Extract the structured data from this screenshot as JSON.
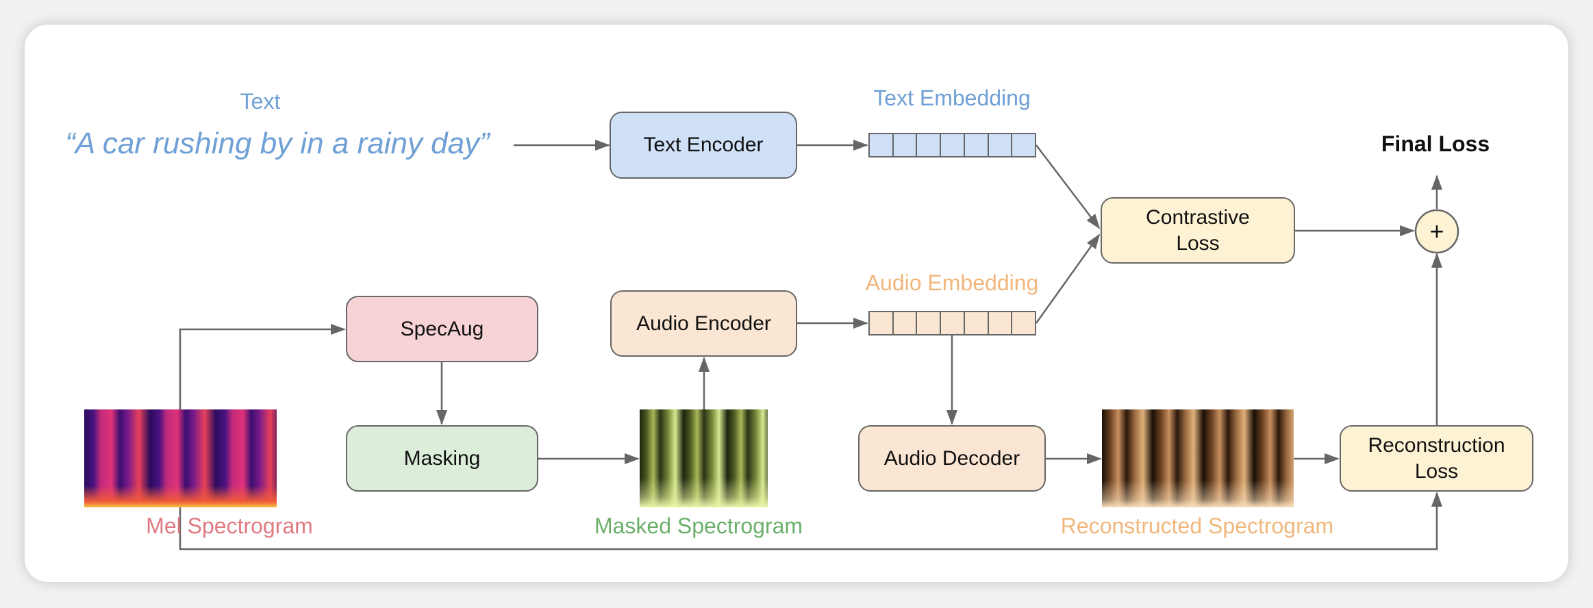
{
  "diagram": {
    "input_text": {
      "label": "Text",
      "caption": "“A car rushing by in a rainy day”",
      "color": "#6fa0d6"
    },
    "text_encoder": {
      "label": "Text Encoder",
      "fill": "#cfe0f7"
    },
    "text_embedding": {
      "label": "Text Embedding",
      "cells": 7,
      "fill": "#cfe0f7",
      "color": "#6fa0d6"
    },
    "audio_encoder": {
      "label": "Audio Encoder",
      "fill": "#fbe6d3"
    },
    "audio_embedding": {
      "label": "Audio Embedding",
      "cells": 7,
      "fill": "#fbe6d3",
      "color": "#f2b77c"
    },
    "contrastive_loss": {
      "label_line1": "Contrastive",
      "label_line2": "Loss",
      "fill": "#fdf3d4"
    },
    "sum_node": {
      "symbol": "+",
      "fill": "#fdf3d4"
    },
    "final_loss": {
      "label": "Final Loss"
    },
    "specaug": {
      "label": "SpecAug",
      "fill": "#f7d3d6"
    },
    "masking": {
      "label": "Masking",
      "fill": "#dcedda"
    },
    "audio_decoder": {
      "label": "Audio Decoder",
      "fill": "#fbe6d3"
    },
    "reconstruction_loss": {
      "label_line1": "Reconstruction",
      "label_line2": "Loss",
      "fill": "#fdf3d4"
    },
    "mel_spectrogram": {
      "label": "Mel Spectrogram",
      "color": "#e07a82"
    },
    "masked_spectrogram": {
      "label": "Masked Spectrogram",
      "color": "#6bb06a"
    },
    "reconstructed_spectrogram": {
      "label": "Reconstructed Spectrogram",
      "color": "#f2b77c"
    }
  }
}
